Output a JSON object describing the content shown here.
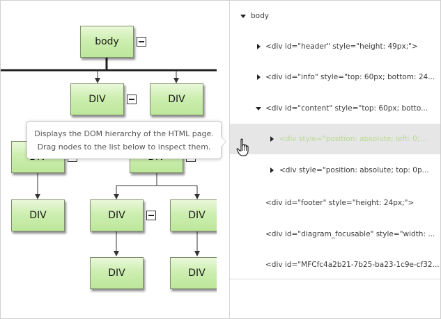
{
  "diagram": {
    "nodes": {
      "body": "body",
      "div": "DIV"
    },
    "tooltip": {
      "line1": "Displays the DOM hierarchy of the HTML page.",
      "line2": "Drag nodes to the list below to inspect them."
    }
  },
  "tree": {
    "root_label": "body",
    "rows": [
      {
        "label": "<div id=\"header\" style=\"height: 49px;\">"
      },
      {
        "label": "<div id=\"info\" style=\"top: 60px; bottom: 24..."
      },
      {
        "label": "<div id=\"content\" style=\"top: 60px; botto..."
      },
      {
        "label": "<div style=\"position: absolute; left: 0;..."
      },
      {
        "label": "<div style=\"position: absolute; top: 0p..."
      },
      {
        "label": "<div id=\"footer\" style=\"height: 24px;\">"
      },
      {
        "label": "<div id=\"diagram_focusable\" style=\"width: ..."
      },
      {
        "label": "<div id=\"MFCfc4a2b21-7b25-ba23-1c9e-cf32..."
      }
    ]
  },
  "colors": {
    "node_fill": "#c6eaa6",
    "node_border": "#7d8f6a",
    "highlight_row": "#e6e6e6",
    "highlight_text": "#b8d98f"
  },
  "icons": [
    "expand-arrow-icon",
    "collapse-arrow-icon",
    "collapse-toggle-icon",
    "hand-cursor-icon"
  ]
}
